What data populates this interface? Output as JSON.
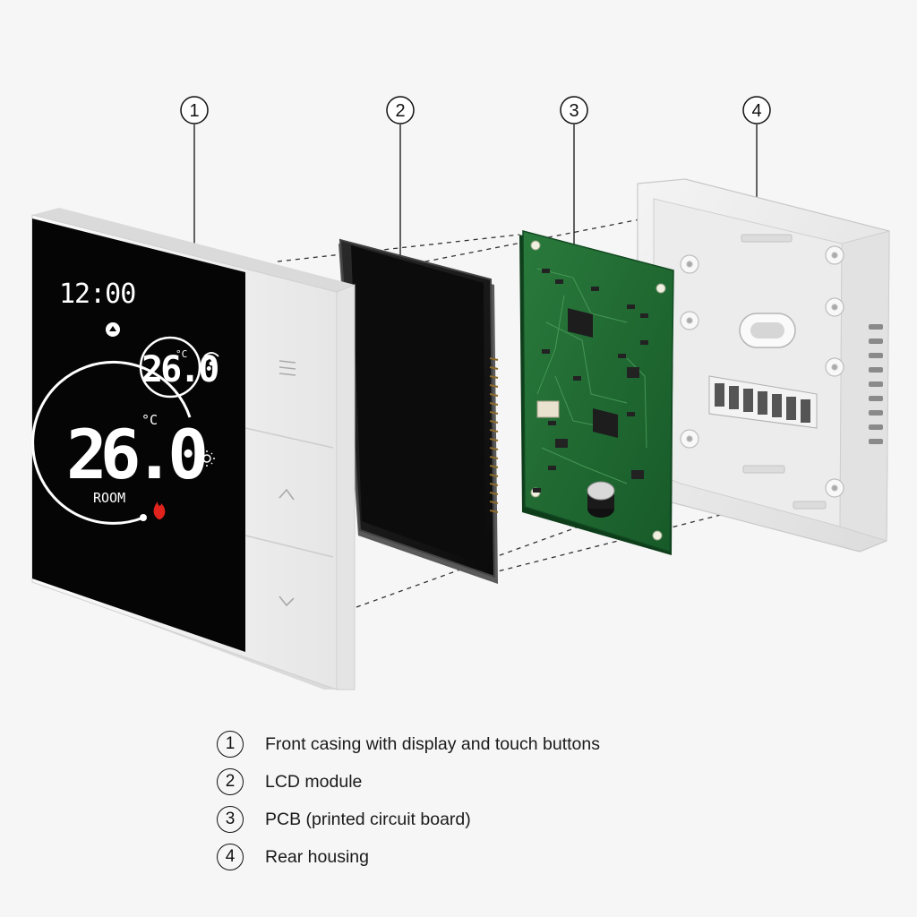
{
  "callouts": [
    {
      "number": "1"
    },
    {
      "number": "2"
    },
    {
      "number": "3"
    },
    {
      "number": "4"
    }
  ],
  "display": {
    "clock": "12:00",
    "set_temp": "26.0",
    "set_unit": "°C",
    "room_temp": "26.0",
    "room_unit": "°C",
    "room_label": "ROOM"
  },
  "legend": [
    {
      "number": "1",
      "text": "Front casing with display and touch buttons"
    },
    {
      "number": "2",
      "text": "LCD module"
    },
    {
      "number": "3",
      "text": "PCB (printed circuit board)"
    },
    {
      "number": "4",
      "text": "Rear housing"
    }
  ],
  "colors": {
    "background": "#f6f6f6",
    "casing": "#f2f2f2",
    "screen": "#050505",
    "pcb": "#1f6b33",
    "heat_flame": "#e0231c"
  },
  "icons": [
    "wifi-icon",
    "sun-icon",
    "flame-icon",
    "hand-icon",
    "menu-icon",
    "chevron-up-icon",
    "chevron-down-icon",
    "capacitor",
    "connector-terminal"
  ]
}
